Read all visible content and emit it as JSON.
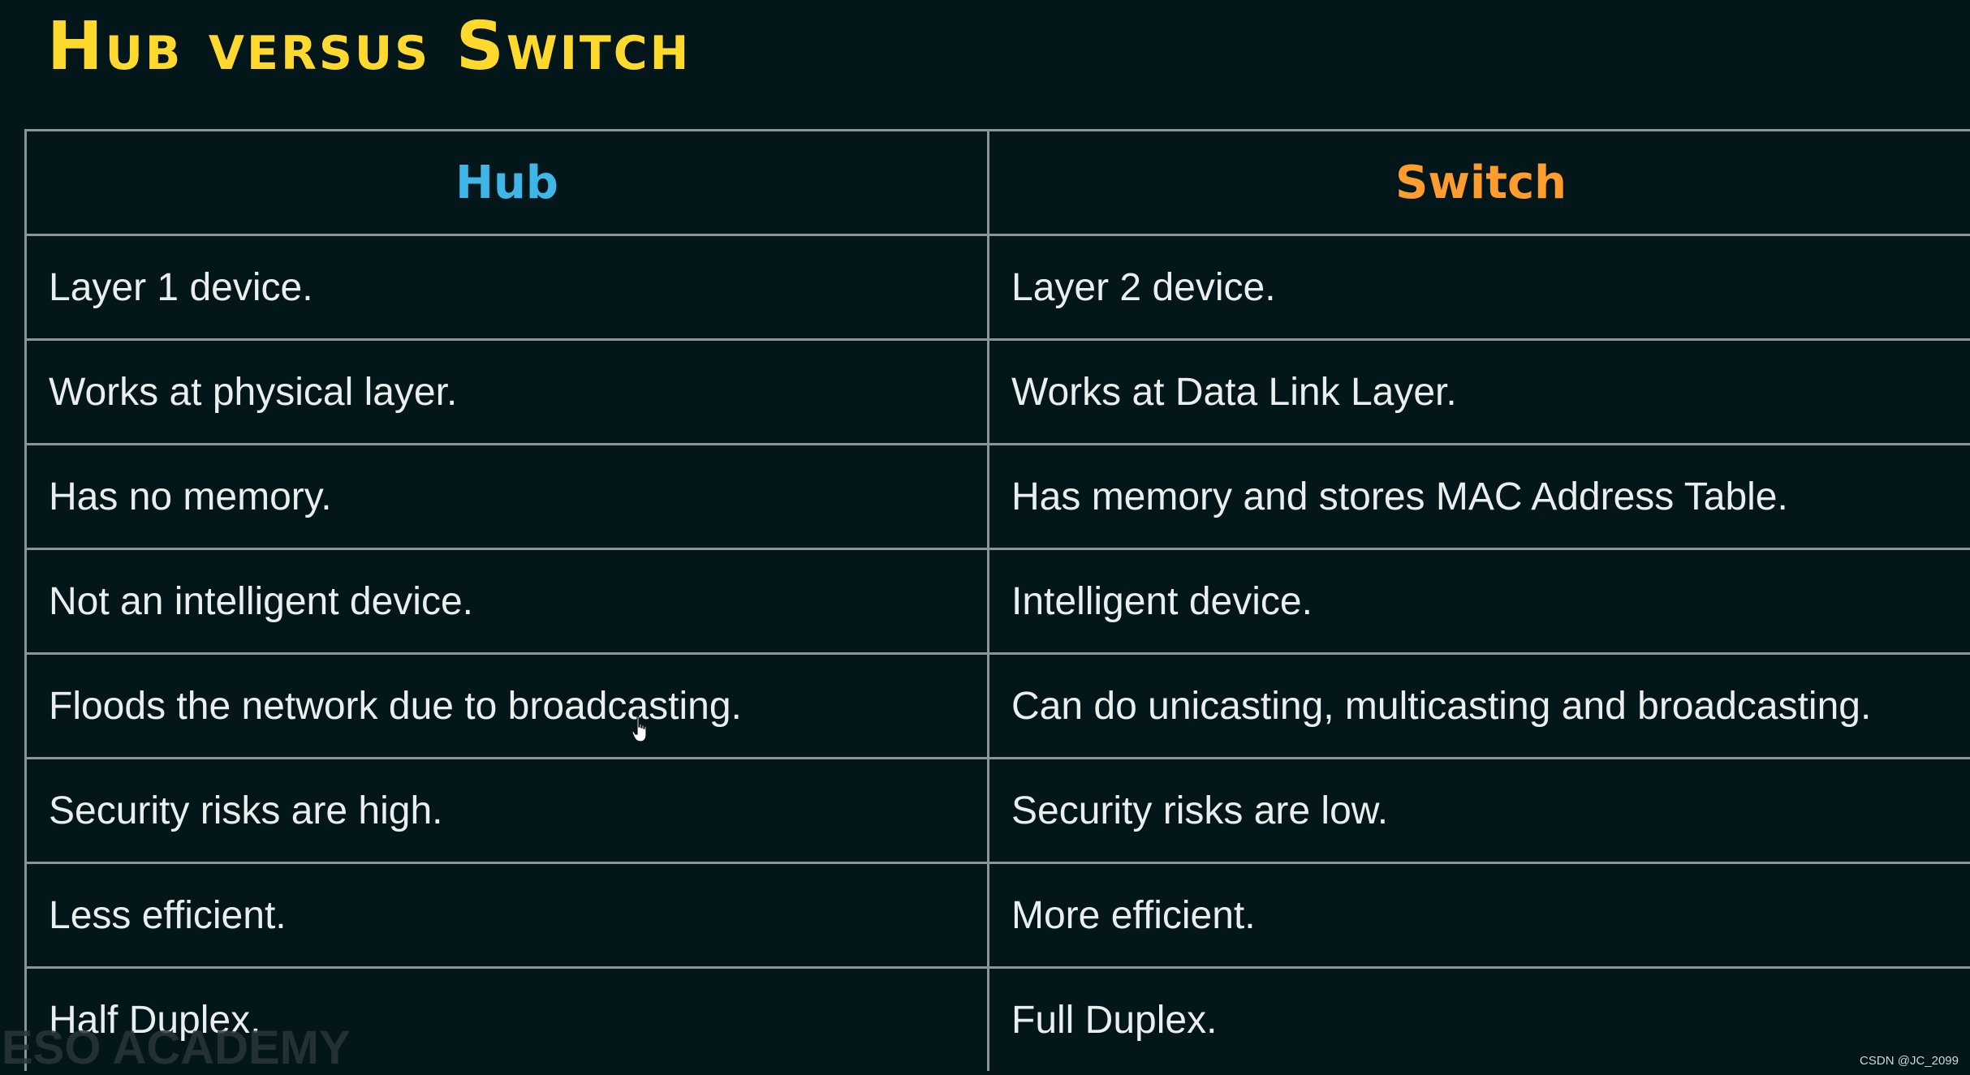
{
  "title": "Hub versus Switch",
  "table": {
    "headers": [
      "Hub",
      "Switch"
    ],
    "colors": {
      "title": "#ffd92e",
      "hub_header": "#3fb6e8",
      "switch_header": "#ff9c2e",
      "background": "#03161a",
      "grid": "#8a9598"
    },
    "rows": [
      [
        "Layer 1 device.",
        "Layer 2 device."
      ],
      [
        "Works at physical layer.",
        "Works at Data Link Layer."
      ],
      [
        "Has no memory.",
        "Has memory and stores MAC Address Table."
      ],
      [
        "Not an intelligent device.",
        "Intelligent device."
      ],
      [
        "Floods the network due to broadcasting.",
        "Can do unicasting, multicasting and broadcasting."
      ],
      [
        "Security risks are high.",
        "Security risks are low."
      ],
      [
        "Less efficient.",
        "More efficient."
      ],
      [
        "Half Duplex.",
        "Full Duplex."
      ]
    ]
  },
  "watermark": "ESO ACADEMY",
  "credit": "CSDN @JC_2099",
  "cursor_icon": "hand-pointer-icon"
}
